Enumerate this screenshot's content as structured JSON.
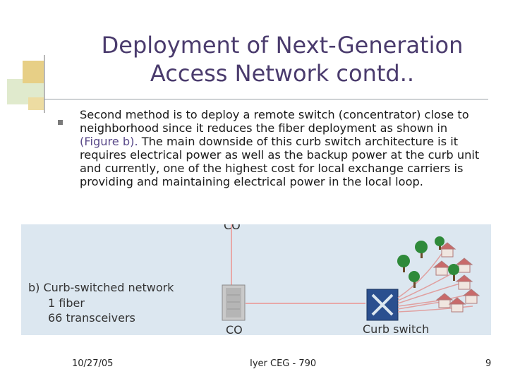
{
  "slide": {
    "title_line1": "Deployment of Next-Generation",
    "title_line2": "Access Network contd..",
    "bullet": {
      "text_before": "Second method is to deploy a remote switch (concentrator) close to neighborhood since it reduces the fiber deployment as shown in ",
      "reference": "(Figure b).",
      "text_after": " The main downside of this curb switch architecture is it requires electrical power as well as the backup power at the curb unit and currently, one of the highest cost for local exchange carriers is providing and maintaining electrical power in the local loop."
    }
  },
  "figure": {
    "top_cut_label": "CO",
    "caption_line1": "b) Curb-switched network",
    "caption_line2": "1 fiber",
    "caption_line3": "66 transceivers",
    "co_label": "CO",
    "switch_label": "Curb switch"
  },
  "footer": {
    "date": "10/27/05",
    "center": "Iyer CEG - 790",
    "page": "9"
  },
  "colors": {
    "title": "#4a3b6d",
    "figure_bg": "#dce7f0",
    "fiber_line": "#e8a8a8"
  }
}
